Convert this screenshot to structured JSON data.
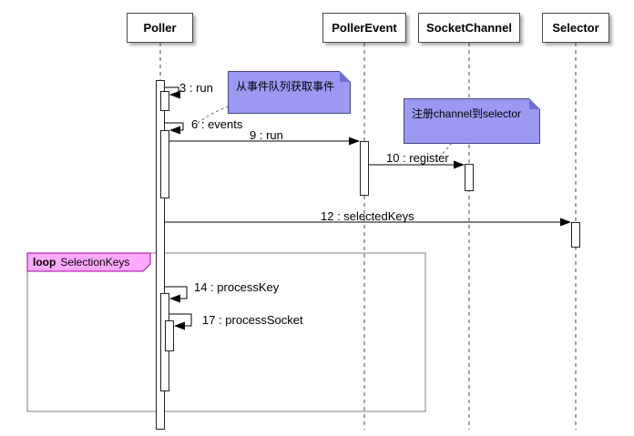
{
  "diagram": {
    "actors": [
      {
        "name": "Poller"
      },
      {
        "name": "PollerEvent"
      },
      {
        "name": "SocketChannel"
      },
      {
        "name": "Selector"
      }
    ],
    "messages": {
      "m3": "3 : run",
      "m6": "6 : events",
      "m9": "9 : run",
      "m10": "10 : register",
      "m12": "12 : selectedKeys",
      "m14": "14 : processKey",
      "m17": "17 : processSocket"
    },
    "notes": [
      {
        "text": "从事件队列获取事件"
      },
      {
        "text": "注册channel到selector"
      }
    ],
    "fragment": {
      "operator": "loop",
      "guard": "SelectionKeys"
    },
    "colors": {
      "note_fill": "#9b99f2",
      "note_border": "#45457f",
      "note_fold": "#6f6dcf",
      "fragment_label_fill": "#ffaaff",
      "fragment_label_border": "#aa00aa",
      "frame_border": "#808080",
      "line_color": "#000000",
      "lifeline_color": "#4a4a4a"
    }
  }
}
